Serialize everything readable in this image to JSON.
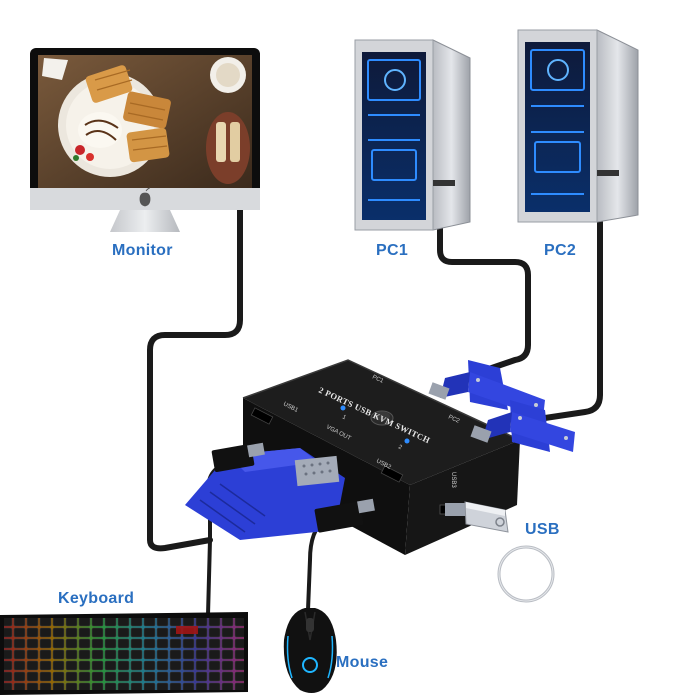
{
  "labels": {
    "monitor": "Monitor",
    "pc1": "PC1",
    "pc2": "PC2",
    "usb": "USB",
    "keyboard": "Keyboard",
    "mouse": "Mouse"
  },
  "switch": {
    "title": "2 PORTS USB KVM SWITCH",
    "port_usb1": "USB1",
    "port_vga_out": "VGA OUT",
    "port_usb2": "USB2",
    "port_usb3": "USB3",
    "port_pc1": "PC1",
    "port_pc2": "PC2",
    "led_1": "1",
    "led_2": "2"
  },
  "colors": {
    "label_blue": "#2a6fc0",
    "vga_blue": "#2c3fd6",
    "cable_black": "#1a1a1a",
    "case_silver": "#c9cbcf",
    "led_blue": "#2e8cff"
  }
}
